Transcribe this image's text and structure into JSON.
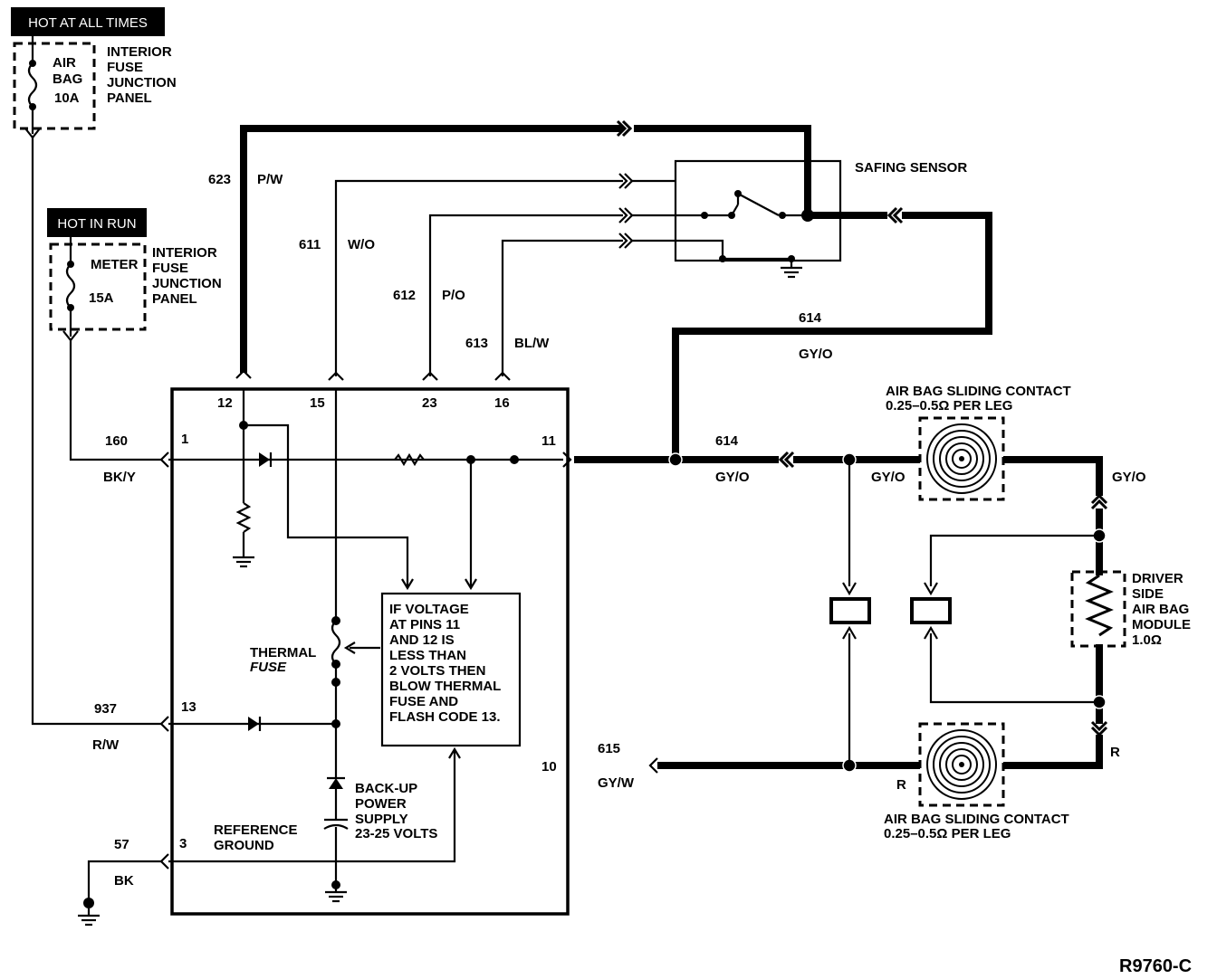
{
  "power_sources": {
    "hot_at_all_times": "HOT AT ALL TIMES",
    "hot_in_run": "HOT IN RUN"
  },
  "fuses": {
    "air_bag_fuse": {
      "line1": "AIR",
      "line2": "BAG",
      "line3": "10A"
    },
    "meter_fuse": {
      "line1": "METER",
      "line2": "15A"
    }
  },
  "panels": {
    "interior_panel_1": [
      "INTERIOR",
      "FUSE",
      "JUNCTION",
      "PANEL"
    ],
    "interior_panel_2": [
      "INTERIOR",
      "FUSE",
      "JUNCTION",
      "PANEL"
    ]
  },
  "safing_sensor": {
    "label": "SAFING SENSOR"
  },
  "wires": {
    "w623": {
      "circuit": "623",
      "color": "P/W"
    },
    "w611": {
      "circuit": "611",
      "color": "W/O"
    },
    "w612": {
      "circuit": "612",
      "color": "P/O"
    },
    "w613": {
      "circuit": "613",
      "color": "BL/W"
    },
    "w614_top": {
      "circuit": "614",
      "color": "GY/O"
    },
    "w614_mid": {
      "circuit": "614",
      "color": "GY/O"
    },
    "w160": {
      "circuit": "160",
      "color": "BK/Y"
    },
    "w937": {
      "circuit": "937",
      "color": "R/W"
    },
    "w57": {
      "circuit": "57",
      "color": "BK"
    },
    "w615": {
      "circuit": "615",
      "color": "GY/W"
    },
    "gyo_contact_left": "GY/O",
    "gyo_right": "GY/O",
    "r_right": "R",
    "r_contact": "R"
  },
  "pins": {
    "p12": "12",
    "p15": "15",
    "p23": "23",
    "p16": "16",
    "p1": "1",
    "p11": "11",
    "p13": "13",
    "p10": "10",
    "p3": "3"
  },
  "module": {
    "thermal_fuse": [
      "THERMAL",
      "FUSE"
    ],
    "note": [
      "IF VOLTAGE",
      "AT PINS 11",
      "AND 12 IS",
      "LESS THAN",
      "2 VOLTS THEN",
      "BLOW THERMAL",
      "FUSE AND",
      "FLASH CODE 13."
    ],
    "backup_power": [
      "BACK-UP",
      "POWER",
      "SUPPLY",
      "23-25 VOLTS"
    ],
    "reference_ground": [
      "REFERENCE",
      "GROUND"
    ]
  },
  "sliding_contact_top": {
    "line1": "AIR BAG SLIDING CONTACT",
    "line2": "0.25–0.5Ω PER LEG"
  },
  "sliding_contact_bottom": {
    "line1": "AIR BAG SLIDING CONTACT",
    "line2": "0.25–0.5Ω PER LEG"
  },
  "driver_module": [
    "DRIVER",
    "SIDE",
    "AIR BAG",
    "MODULE",
    "1.0Ω"
  ],
  "figure_id": "R9760-C"
}
